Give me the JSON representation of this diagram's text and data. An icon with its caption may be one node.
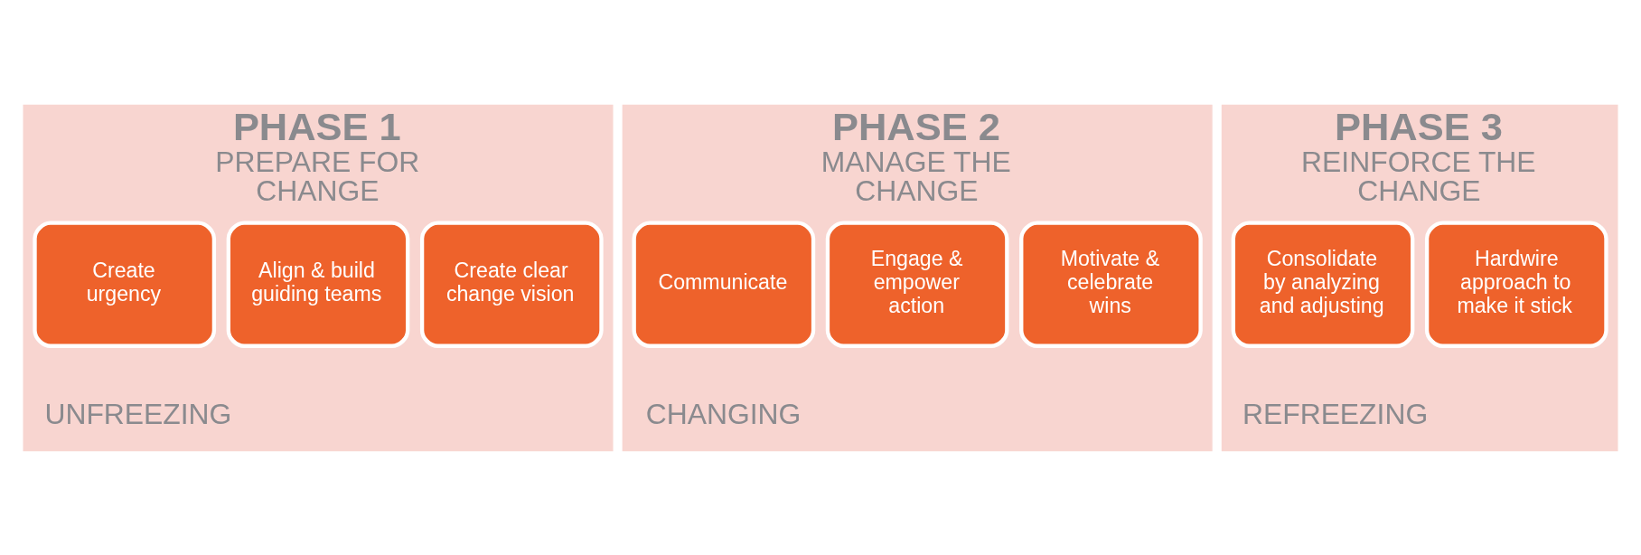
{
  "diagram": {
    "nodes": [
      {
        "text": [
          "PHASE 1",
          "PREPARE FOR CHANGE"
        ],
        "beside": [
          "UNFREEZING"
        ]
      },
      {
        "text": [
          "Create urgency"
        ],
        "in": 0
      },
      {
        "text": [
          "Align & build guiding teams"
        ],
        "in": 0
      },
      {
        "text": [
          "Create clear change vision"
        ],
        "in": 0
      },
      {
        "text": [
          "PHASE 2",
          "MANAGE THE CHANGE"
        ],
        "beside": [
          "CHANGING"
        ]
      },
      {
        "text": [
          "Communicate"
        ],
        "in": 4
      },
      {
        "text": [
          "Engage & empower action"
        ],
        "in": 4
      },
      {
        "text": [
          "Motivate & celebrate wins"
        ],
        "in": 4
      },
      {
        "text": [
          "PHASE 3",
          "REINFORCE THE CHANGE"
        ],
        "beside": [
          "REFREEZING"
        ]
      },
      {
        "text": [
          "Consolidate by analyzing and adjusting"
        ],
        "in": 8
      },
      {
        "text": [
          "Hardwire approach to make it stick"
        ],
        "in": 8
      }
    ],
    "edges": []
  }
}
